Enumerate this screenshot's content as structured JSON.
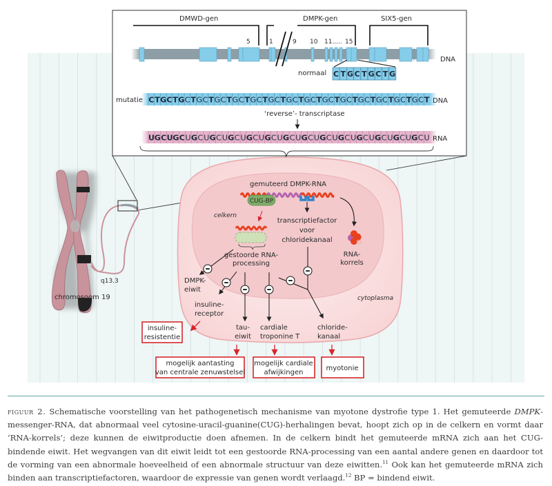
{
  "figure": {
    "genes": [
      {
        "name": "DMWD-gen"
      },
      {
        "name": "DMPK-gen"
      },
      {
        "name": "SIX5-gen"
      }
    ],
    "exon_numbers": [
      "5",
      "1",
      "9",
      "10",
      "11.....",
      "15"
    ],
    "dna_label": "DNA",
    "normal_label": "normaal",
    "normal_sequence": [
      "C",
      "T",
      "G",
      "C",
      "T",
      "G",
      "C",
      "T",
      "G"
    ],
    "mutation_label": "mutatie",
    "mutation_sequence": "CTGCTGCTGCTGCTGCTGCTGCTGCTGCTGCTGCTGCTGCTGCTGCT",
    "mutation_dna_label": "DNA",
    "reverse_transcriptase_label": "‘reverse’- transcriptase",
    "rna_sequence": "UGCUGCUGCUGCUGCUGCUGCUGCUGCUGCUGCUGCUGCUGCUGCU",
    "rna_label": "RNA",
    "chromosome_label": "chromosoom 19",
    "locus_label": "q13.3",
    "cell": {
      "mutated_rna_label": "gemuteerd DMPK-RNA",
      "cug_bp_label": "CUG-BP",
      "nucleus_label": "celkern",
      "cytoplasm_label": "cytoplasma",
      "transcription_factor_label": [
        "transcriptiefactor",
        "voor",
        "chloridekanaal"
      ],
      "rna_granules_label": [
        "RNA-",
        "korrels"
      ],
      "disturbed_processing_label": [
        "gestoorde RNA-",
        "processing"
      ],
      "products": [
        {
          "id": "dmpk",
          "lines": [
            "DMPK-",
            "eiwit"
          ]
        },
        {
          "id": "insulin-receptor",
          "lines": [
            "insuline-",
            "receptor"
          ]
        },
        {
          "id": "tau",
          "lines": [
            "tau-",
            "eiwit"
          ]
        },
        {
          "id": "troponin",
          "lines": [
            "cardiale",
            "troponine T"
          ]
        },
        {
          "id": "chloride",
          "lines": [
            "chloride-",
            "kanaal"
          ]
        }
      ]
    },
    "outcomes": [
      {
        "id": "insulin-resistance",
        "lines": [
          "insuline-",
          "resistentie"
        ]
      },
      {
        "id": "cns",
        "lines": [
          "mogelijk aantasting",
          "van centrale zenuwstelsel"
        ]
      },
      {
        "id": "cardiac",
        "lines": [
          "mogelijk cardiale",
          "afwijkingen"
        ]
      },
      {
        "id": "myotonia",
        "lines": [
          "myotonie"
        ]
      }
    ],
    "inhibit_symbol": "−"
  },
  "caption": {
    "label": "figuur 2.",
    "text_parts": [
      " Schematische voorstelling van het pathogenetisch mechanisme van myotone dystrofie type 1. Het gemuteerde ",
      "DMPK",
      "-messenger-RNA, dat abnormaal veel cytosine-uracil-guanine(CUG)-herhalingen bevat, hoopt zich op in de celkern en vormt daar ‘RNA-korrels’; deze kunnen de eiwitproductie doen afnemen. In de celkern bindt het gemuteerde mRNA zich aan het CUG-bindende eiwit. Het wegvangen van dit eiwit leidt tot een gestoorde RNA-processing van een aantal andere genen en daardoor tot de vorming van een abnormale hoeveelheid of een abnormale structuur van deze eiwitten.",
      "11",
      " Ook kan het gemuteerde mRNA zich binden aan transcriptiefactoren, waardoor de expressie van genen wordt verlaagd.",
      "12",
      " BP = bindend eiwit."
    ]
  },
  "colors": {
    "panel_bg": "#eef6f6",
    "panel_stripe": "#d9e3e4",
    "exon": "#86cdea",
    "dna_bar": "#8e9ea6",
    "rna_band": "#e5b3cb",
    "cell_outer": "#fbe4e4",
    "cell_border": "#eaa7aa",
    "nucleus": "#f3c9cc",
    "rna_wave_red": "#e8411f",
    "rna_wave_purple": "#b463ad",
    "cug_bp": "#7fae67",
    "outcome_border": "#d7262b",
    "red_arrow": "#d7262b",
    "chromosome": "#c9939c",
    "caption_rule": "#5fa7a3"
  }
}
